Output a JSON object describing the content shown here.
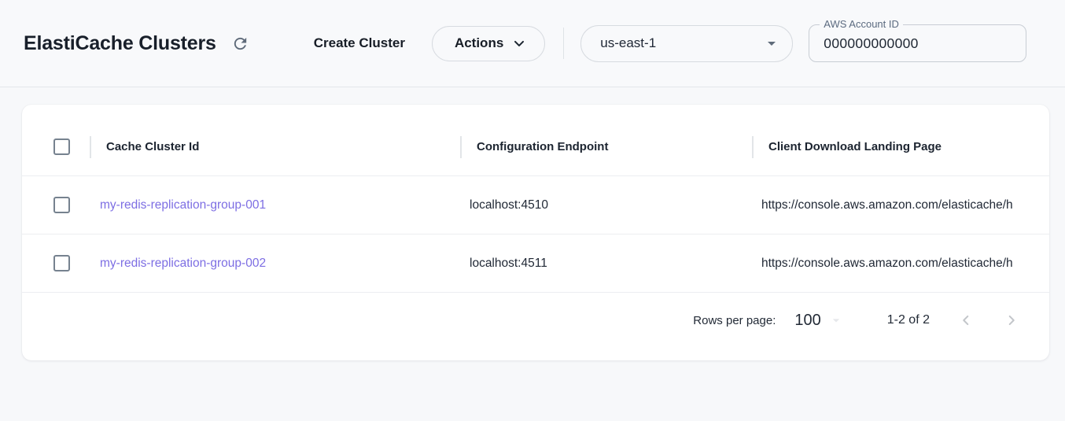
{
  "header": {
    "title": "ElastiCache Clusters",
    "create_button_label": "Create Cluster",
    "actions_button_label": "Actions",
    "region_value": "us-east-1",
    "account_label": "AWS Account ID",
    "account_value": "000000000000"
  },
  "table": {
    "columns": [
      "Cache Cluster Id",
      "Configuration Endpoint",
      "Client Download Landing Page"
    ],
    "rows": [
      {
        "cache_cluster_id": "my-redis-replication-group-001",
        "configuration_endpoint": "localhost:4510",
        "client_download_landing_page": "https://console.aws.amazon.com/elasticache/h"
      },
      {
        "cache_cluster_id": "my-redis-replication-group-002",
        "configuration_endpoint": "localhost:4511",
        "client_download_landing_page": "https://console.aws.amazon.com/elasticache/h"
      }
    ],
    "pagination": {
      "rows_per_page_label": "Rows per page:",
      "rows_per_page_value": "100",
      "range_label": "1-2 of 2"
    }
  },
  "colors": {
    "link": "#7d6ee3",
    "icon_slate": "#5f6b7a",
    "page_background": "#f7f8fa",
    "card_background": "#ffffff",
    "disabled_chevron": "#c3c6ca"
  }
}
